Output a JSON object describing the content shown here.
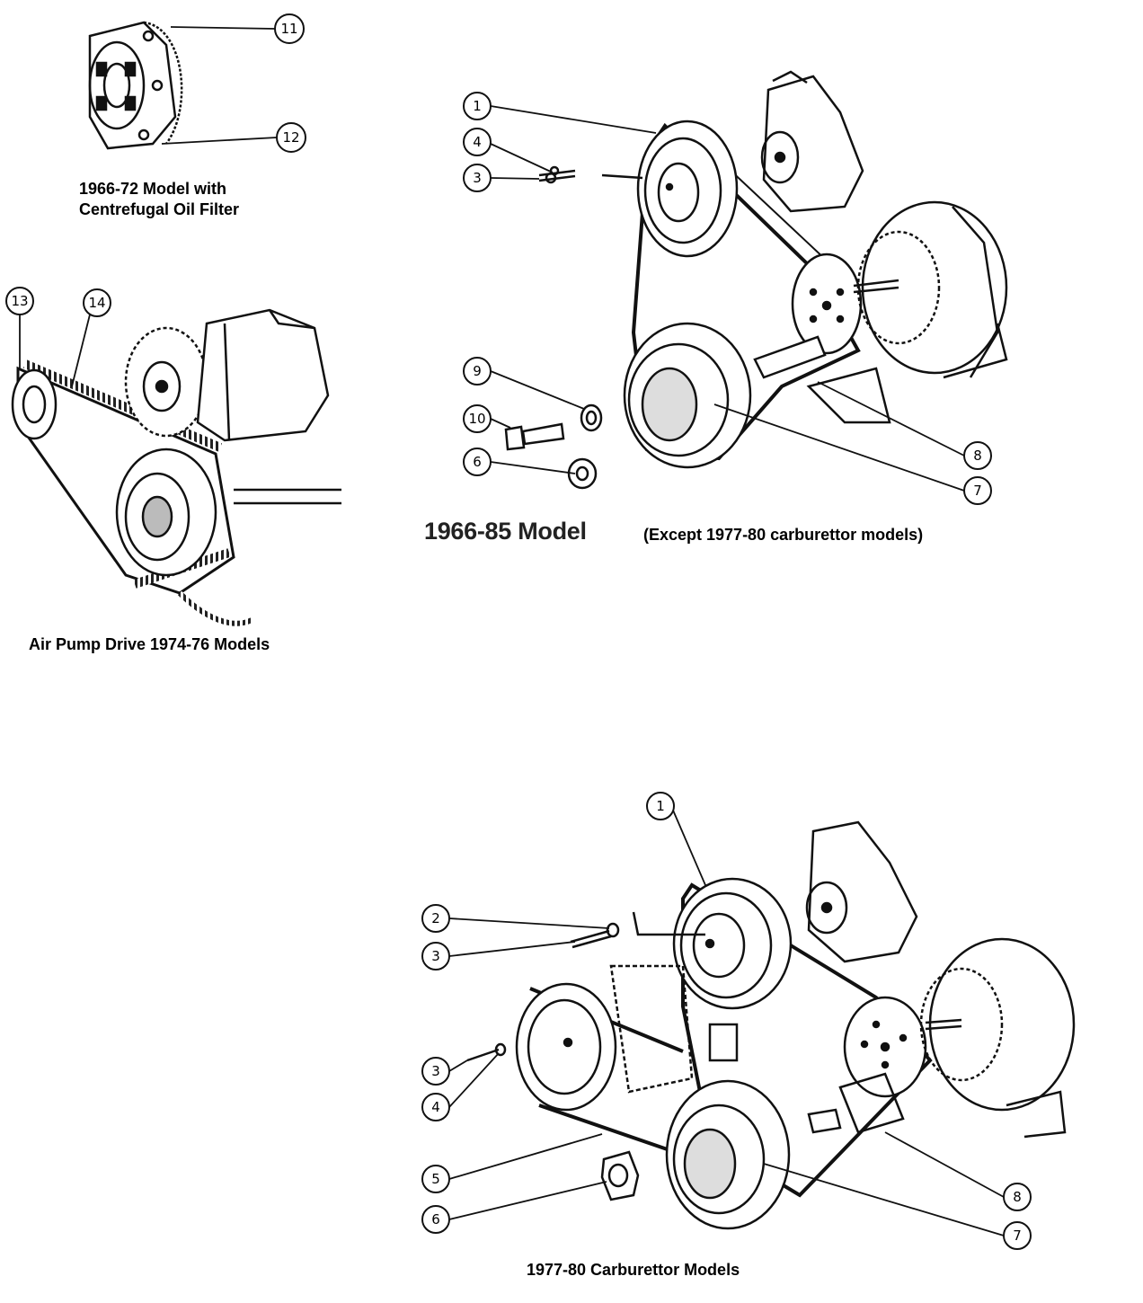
{
  "captions": {
    "oil_filter_line1": "1966-72 Model with",
    "oil_filter_line2": "Centrefugal Oil Filter",
    "air_pump": "Air Pump Drive 1974-76 Models",
    "main_model": "1966-85 Model",
    "main_except": "(Except 1977-80  carburettor models)",
    "carb_models": "1977-80  Carburettor Models"
  },
  "callouts": {
    "oil_filter": [
      "11",
      "12"
    ],
    "air_pump": [
      "13",
      "14"
    ],
    "main": [
      "1",
      "4",
      "3",
      "9",
      "10",
      "6",
      "8",
      "7"
    ],
    "carb": [
      "1",
      "2",
      "3",
      "3",
      "4",
      "5",
      "6",
      "8",
      "7"
    ]
  },
  "colors": {
    "ink": "#111111",
    "paper": "#ffffff",
    "shade": "#9a9a9a"
  }
}
